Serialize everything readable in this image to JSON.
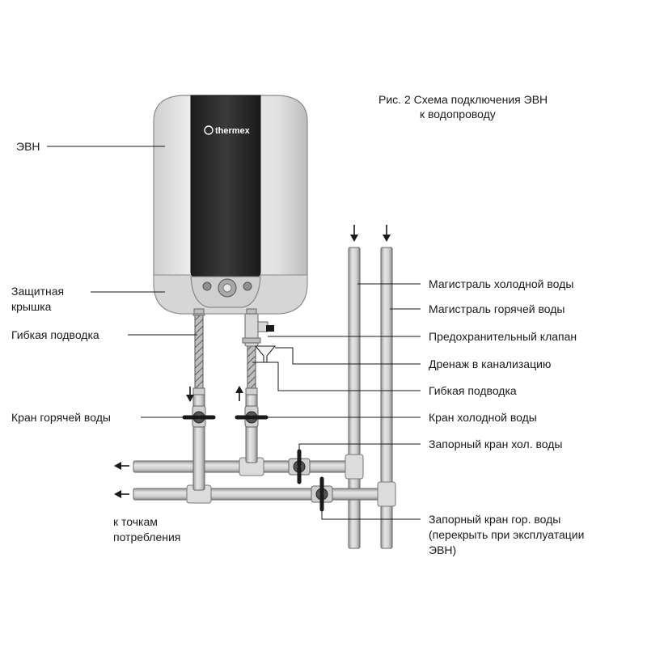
{
  "caption": {
    "line1": "Рис. 2  Схема подключения ЭВН",
    "line2": "к водопроводу"
  },
  "brand": "thermex",
  "labels": {
    "evn": "ЭВН",
    "cover_line1": "Защитная",
    "cover_line2": "крышка",
    "flex_left": "Гибкая подводка",
    "hot_tap": "Кран горячей воды",
    "consumers_line1": "к точкам",
    "consumers_line2": "потребления",
    "cold_main": "Магистраль холодной воды",
    "hot_main": "Магистраль горячей воды",
    "safety_valve": "Предохранительный клапан",
    "drain": "Дренаж в канализацию",
    "flex_right": "Гибкая подводка",
    "cold_tap": "Кран холодной воды",
    "cold_shutoff": "Запорный кран хол. воды",
    "hot_shutoff_line1": "Запорный кран гор. воды",
    "hot_shutoff_line2": "(перекрыть при эксплуатации",
    "hot_shutoff_line3": "ЭВН)"
  },
  "colors": {
    "heater_body": "#e8e8e8",
    "heater_panel": "#2b2b2b",
    "pipe": "#d2d2d2",
    "valve_handle": "#1a1a1a"
  }
}
